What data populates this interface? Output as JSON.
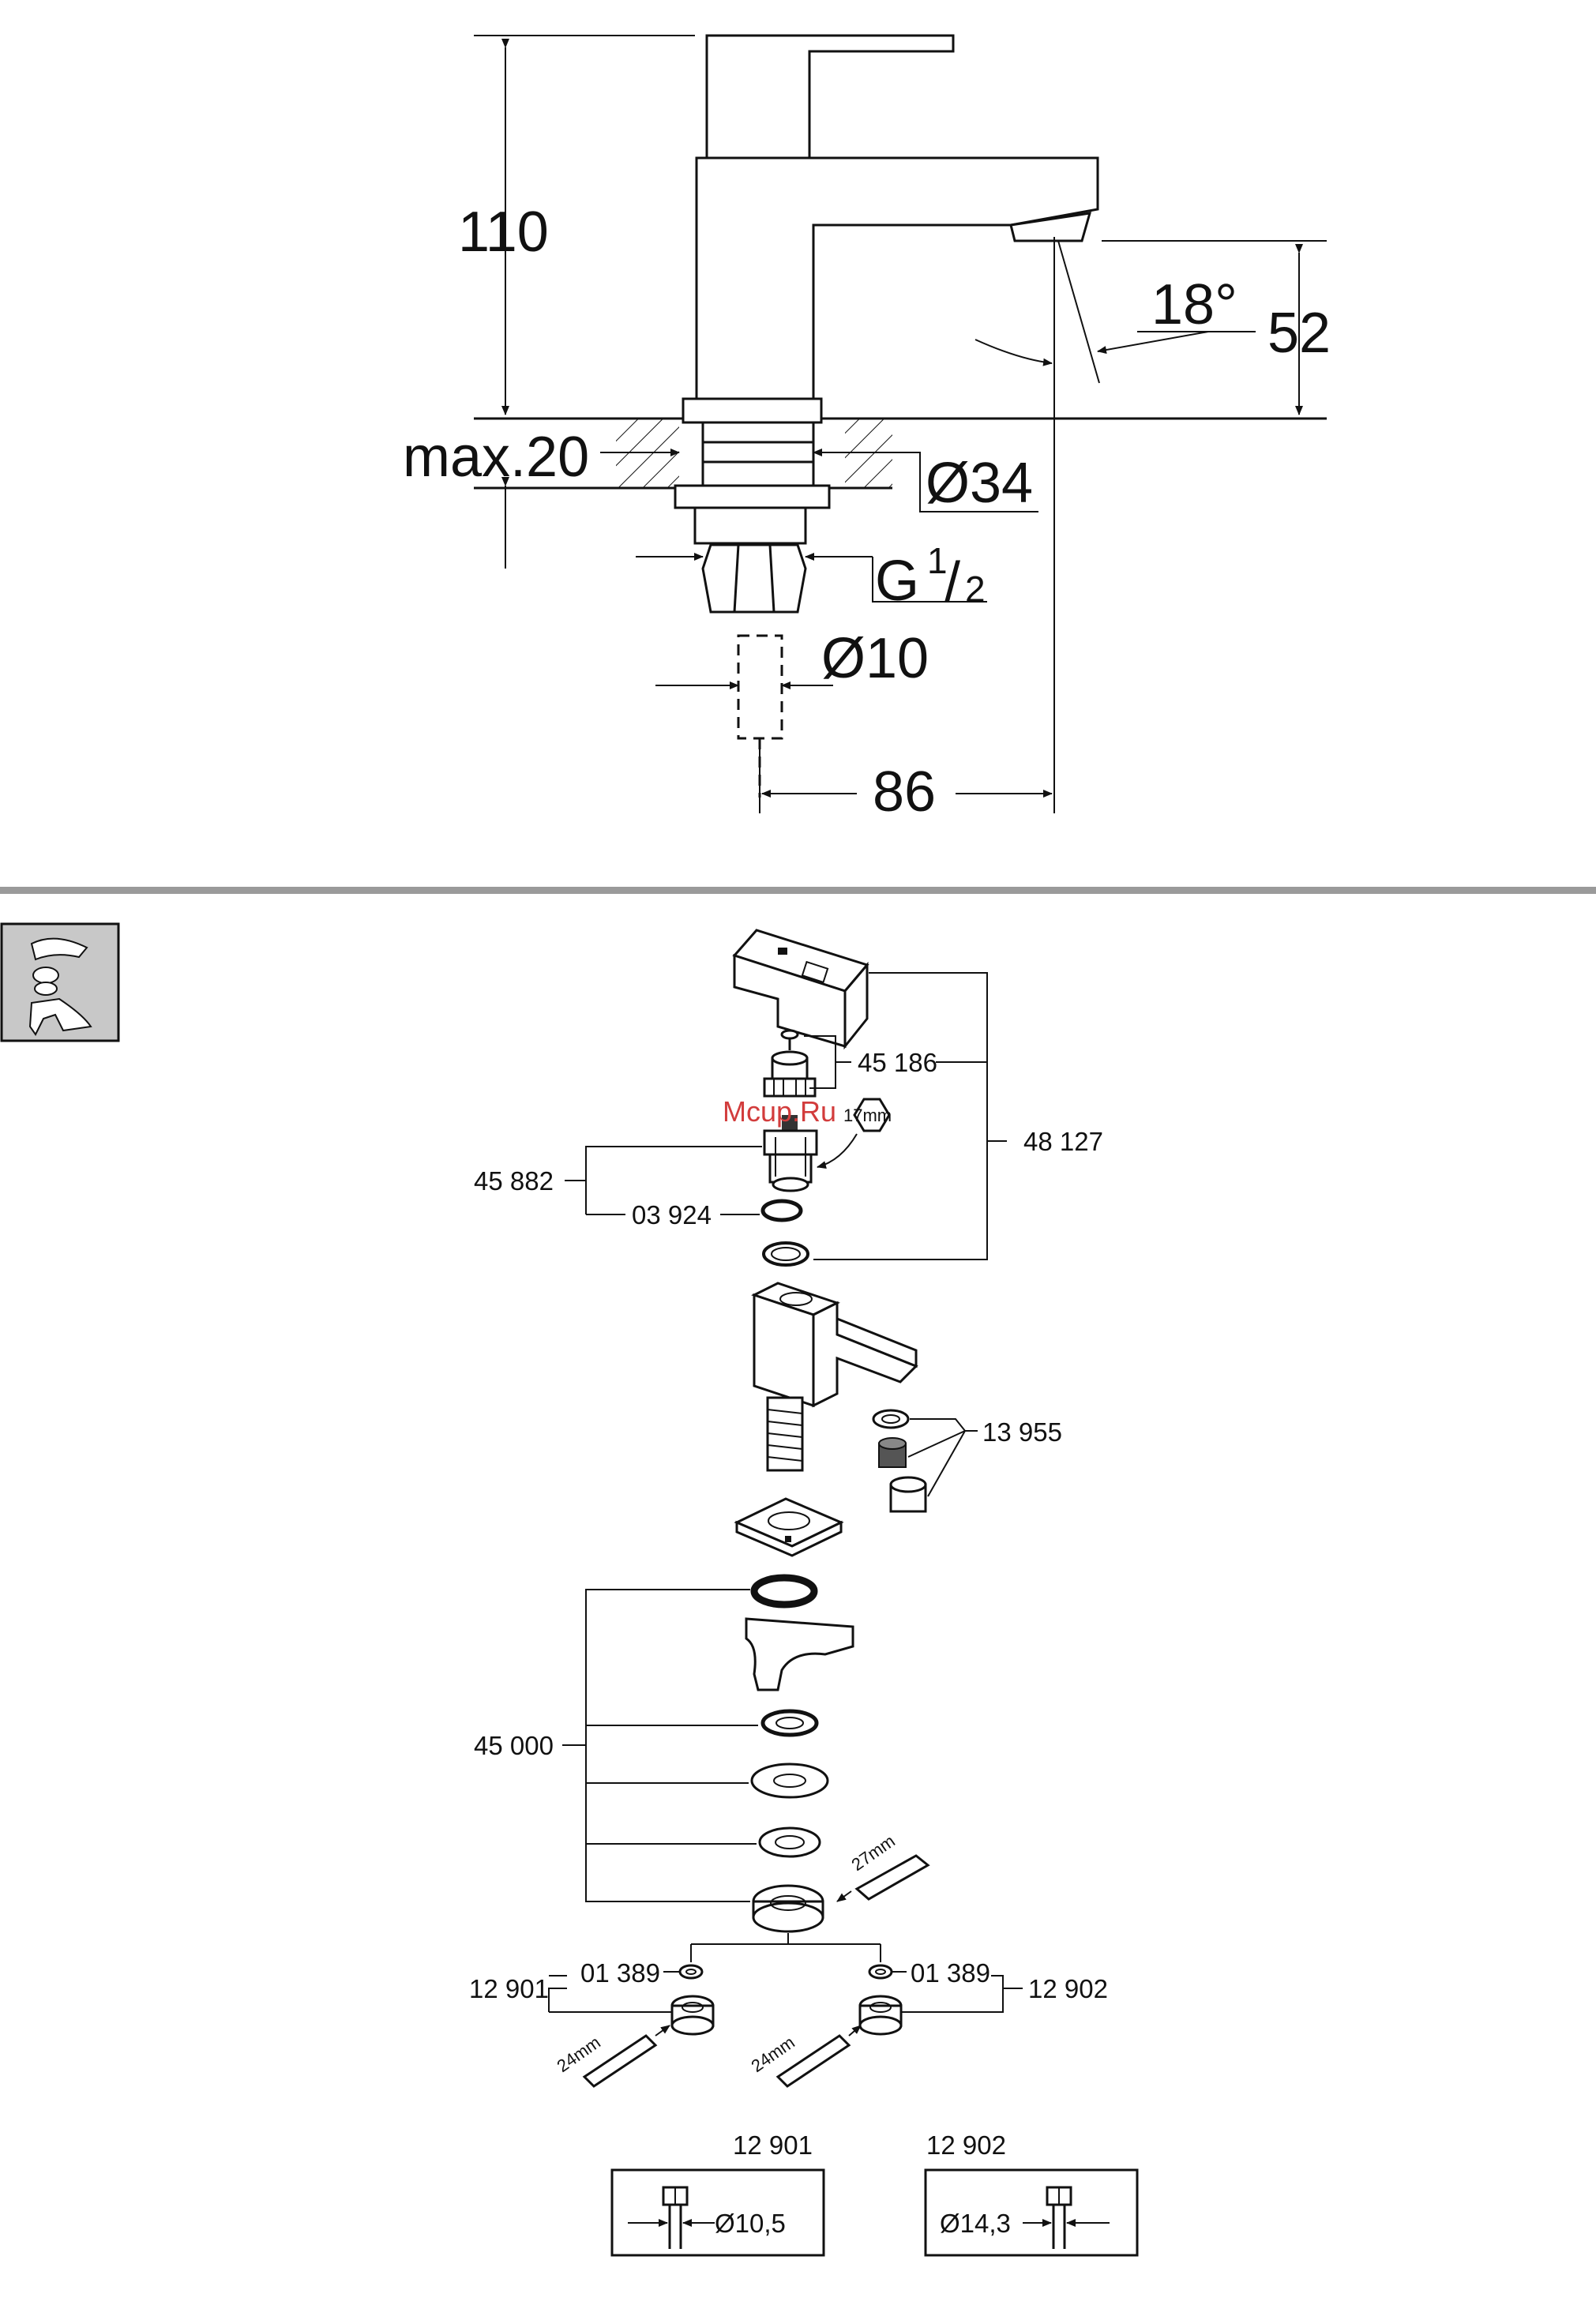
{
  "dimensions": {
    "height_total": "110",
    "spout_height": "52",
    "angle": "18°",
    "max_thickness": "max.20",
    "hole_diameter": "Ø34",
    "thread_g": "G",
    "thread_num": "1",
    "thread_den": "2",
    "pipe_diameter": "Ø10",
    "projection": "86"
  },
  "exploded_parts": {
    "handle_set": "48 127",
    "screw_cap": "45 186",
    "cartridge": "45 882",
    "o_ring": "03 924",
    "aerator": "13 955",
    "fixing_set": "45 000",
    "spanner_fixing": "27mm",
    "connector_left": "12 901",
    "connector_right": "12 902",
    "washer_left": "01 389",
    "washer_right": "01 389",
    "spanner_left": "24mm",
    "spanner_right": "24mm",
    "hex_size": "17mm"
  },
  "watermark": "Mcup.Ru",
  "connector_details": [
    {
      "code": "12 901",
      "diameter": "Ø10,5"
    },
    {
      "code": "12 902",
      "diameter": "Ø14,3"
    }
  ],
  "colors": {
    "separator": "#9a9a9a",
    "icon_bg": "#c8c8c8",
    "watermark": "#d23c3c"
  }
}
